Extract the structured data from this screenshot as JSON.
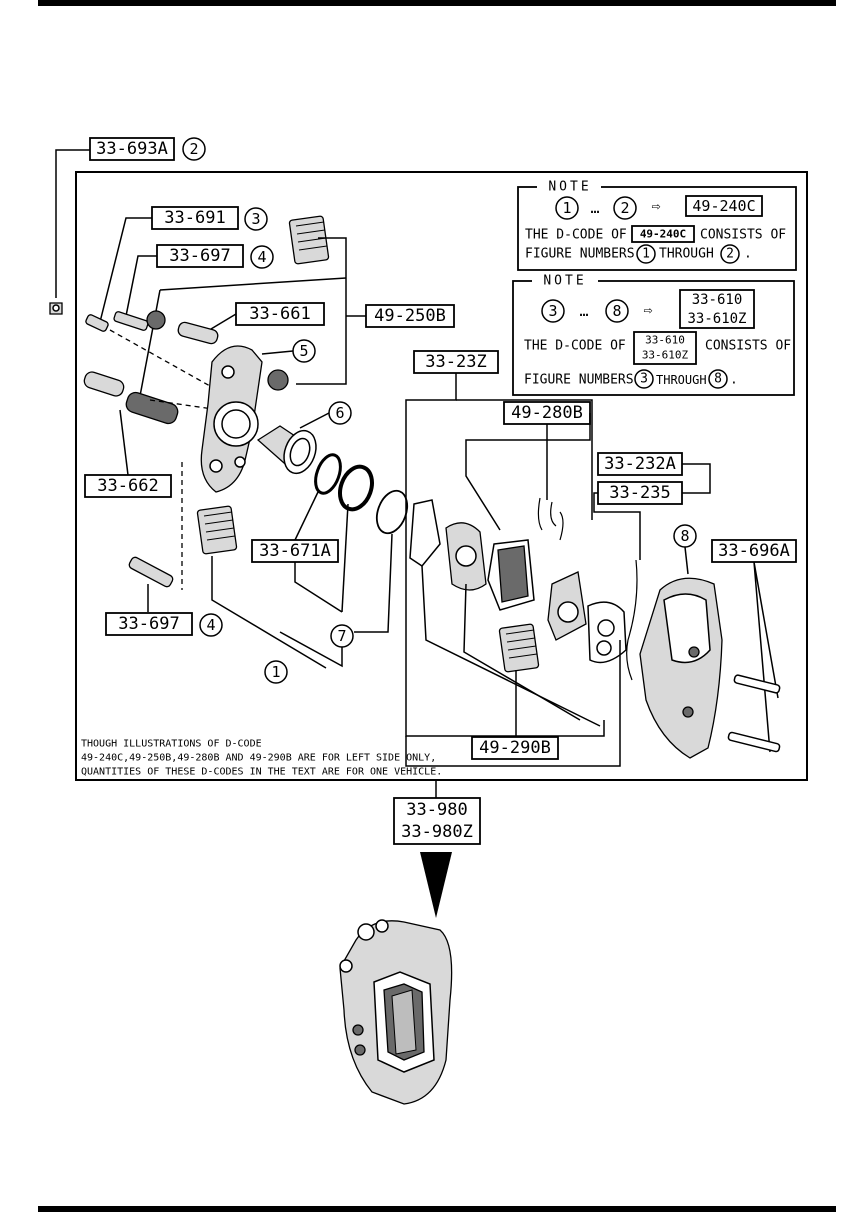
{
  "parts": {
    "p33_693A": "33-693A",
    "p33_691": "33-691",
    "p33_697_top": "33-697",
    "p33_661": "33-661",
    "p49_250B": "49-250B",
    "p33_23Z": "33-23Z",
    "p49_280B": "49-280B",
    "p33_232A": "33-232A",
    "p33_235": "33-235",
    "p33_662": "33-662",
    "p33_671A": "33-671A",
    "p33_696A": "33-696A",
    "p33_697_bottom": "33-697",
    "p49_290B": "49-290B",
    "p33_980": "33-980",
    "p33_980Z": "33-980Z"
  },
  "figures": {
    "f2_top": "2",
    "f3": "3",
    "f4_top": "4",
    "f5": "5",
    "f6": "6",
    "f8": "8",
    "f4_bottom": "4",
    "f7": "7",
    "f1": "1"
  },
  "note1": {
    "title": "NOTE",
    "from": "1",
    "dots": "…",
    "to": "2",
    "arrow": "⇨",
    "code": "49-240C",
    "text_a": "THE D-CODE OF",
    "text_code": "49-240C",
    "text_b": "CONSISTS OF",
    "text_c": "FIGURE NUMBERS",
    "text_from": "1",
    "text_through": "THROUGH",
    "text_to": "2",
    "text_end": "."
  },
  "note2": {
    "title": "NOTE",
    "from": "3",
    "dots": "…",
    "to": "8",
    "arrow": "⇨",
    "code1": "33-610",
    "code2": "33-610Z",
    "text_a": "THE D-CODE OF",
    "text_code1": "33-610",
    "text_code2": "33-610Z",
    "text_b": "CONSISTS OF",
    "text_c": "FIGURE NUMBERS",
    "text_from": "3",
    "text_through": "THROUGH",
    "text_to": "8",
    "text_end": "."
  },
  "footnote": {
    "line1": "THOUGH ILLUSTRATIONS OF D-CODE",
    "line2": "49-240C,49-250B,49-280B AND 49-290B ARE FOR LEFT SIDE ONLY,",
    "line3": "QUANTITIES OF THESE D-CODES IN THE TEXT ARE FOR ONE VEHICLE."
  },
  "icons": {
    "arrow": "down-triangle-arrow-icon",
    "bolt": "bolt-icon",
    "pad": "brake-pad-icon",
    "grease": "grease-packet-icon",
    "seal": "seal-ring-icon",
    "piston": "piston-icon",
    "caliper": "caliper-icon"
  }
}
